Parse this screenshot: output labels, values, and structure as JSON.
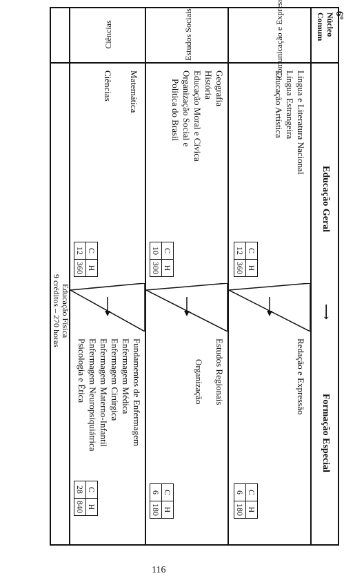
{
  "chapter": "6º",
  "page_number": "116",
  "header": {
    "core_title": "Núcleo Comum",
    "general_title": "Educação Geral",
    "special_title": "Formação Especial"
  },
  "rows": [
    {
      "area": "Comunicação e Expressão",
      "subjects": [
        "Língua e Literatura Nacional",
        "Língua Estrangeira",
        "Educação Artística"
      ],
      "general_credits": {
        "c_label": "C",
        "h_label": "H",
        "c": "12",
        "h": "360"
      },
      "special_subjects": [
        "Redação e Expressão"
      ],
      "special_credits": {
        "c_label": "C",
        "h_label": "H",
        "c": "6",
        "h": "180"
      }
    },
    {
      "area": "Estudos Sociais",
      "subjects": [
        "Geografia",
        "História",
        "Educação Moral e Cívica",
        "Organização Social e",
        "Política do Brasil"
      ],
      "general_credits": {
        "c_label": "C",
        "h_label": "H",
        "c": "10",
        "h": "300"
      },
      "special_subjects": [
        "Estudos Regionais",
        "Organização"
      ],
      "special_credits": {
        "c_label": "C",
        "h_label": "H",
        "c": "6",
        "h": "180"
      }
    },
    {
      "area": "Ciências",
      "subjects": [
        "Matemática",
        "Ciências"
      ],
      "general_credits": {
        "c_label": "C",
        "h_label": "H",
        "c": "12",
        "h": "360"
      },
      "special_subjects": [
        "Fundamentos de Enfermagem",
        "Enfermagem Médica",
        "Enfermagem Cirúrgica",
        "Enfermagem Materno-Infantil",
        "Enfermagem Neuropsiquiátrica",
        "Psicologia e Ética"
      ],
      "special_credits": {
        "c_label": "C",
        "h_label": "H",
        "c": "28",
        "h": "840"
      }
    }
  ],
  "footer": {
    "line1": "Educação Física",
    "line2": "9 créditos – 270 horas"
  }
}
